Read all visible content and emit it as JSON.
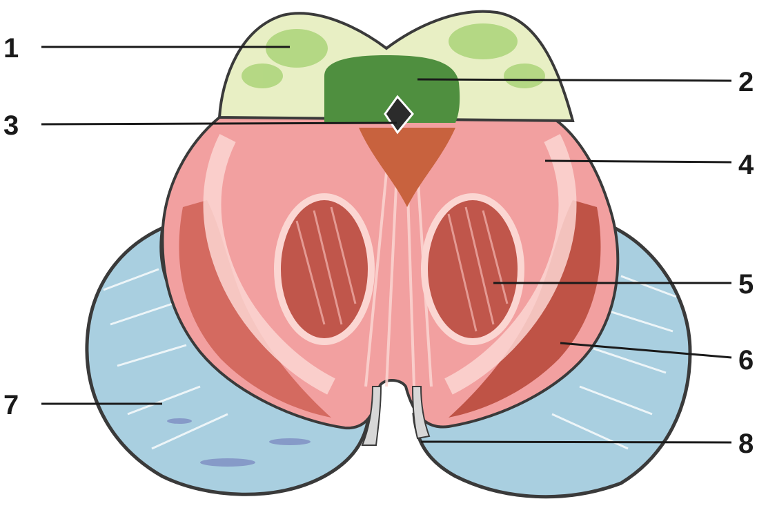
{
  "figure": {
    "structures": [
      {
        "key": "left-sensory-region",
        "color": "#b9d98c"
      },
      {
        "key": "central-green-nucleus",
        "color": "#4f8f3f"
      },
      {
        "key": "central-canal",
        "color": "#2b2b2b"
      },
      {
        "key": "pink-tegmentum",
        "color": "#f2a0a0"
      },
      {
        "key": "red-nucleus",
        "color": "#c0564b"
      },
      {
        "key": "dark-red-band",
        "color": "#a93a2f"
      },
      {
        "key": "blue-peduncle",
        "color": "#a9cfe0"
      },
      {
        "key": "nerve-roots",
        "color": "#d7d7d7"
      }
    ],
    "callouts": [
      {
        "label": "1"
      },
      {
        "label": "2"
      },
      {
        "label": "3"
      },
      {
        "label": "4"
      },
      {
        "label": "5"
      },
      {
        "label": "6"
      },
      {
        "label": "7"
      },
      {
        "label": "8"
      }
    ]
  }
}
